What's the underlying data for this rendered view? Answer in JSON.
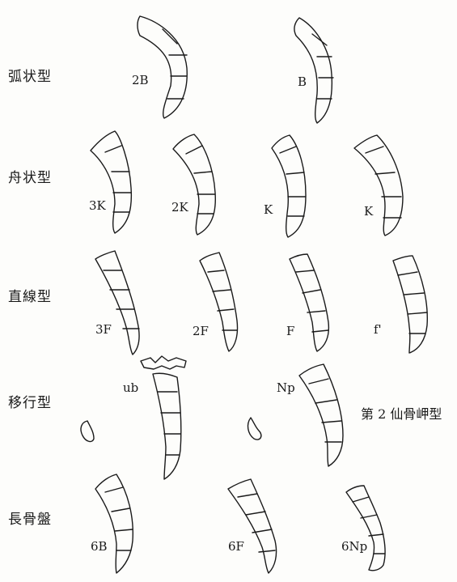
{
  "rows": [
    {
      "label": "弧状型"
    },
    {
      "label": "舟状型"
    },
    {
      "label": "直線型"
    },
    {
      "label": "移行型"
    },
    {
      "label": "長骨盤"
    }
  ],
  "figures": {
    "r1": [
      "2B",
      "B"
    ],
    "r2": [
      "3K",
      "2K",
      "K",
      "K"
    ],
    "r3": [
      "3F",
      "2F",
      "F",
      "f'"
    ],
    "r4": [
      "ub",
      "Np"
    ],
    "r5": [
      "6B",
      "6F",
      "6Np"
    ]
  },
  "annotation": "第 2 仙骨岬型"
}
